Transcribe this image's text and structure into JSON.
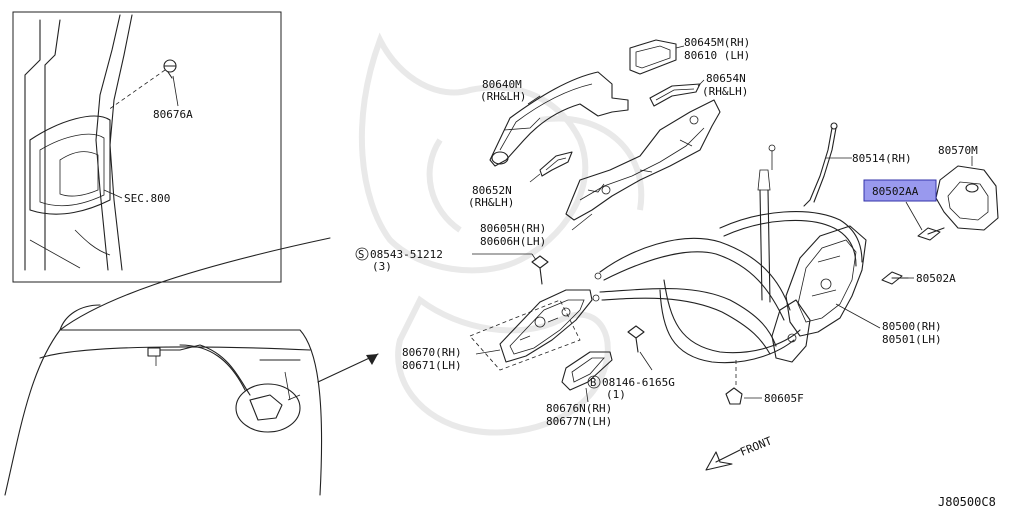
{
  "diagram_code": "J80500C8",
  "inset": {
    "sec_ref": "SEC.800",
    "clip_part": "80676A"
  },
  "callouts": {
    "outside_handle": {
      "part": "80640M",
      "fit": "(RH&LH)"
    },
    "escutcheon": {
      "part_rh": "80645M(RH)",
      "part_lh": "80610 (LH)"
    },
    "gasket_front": {
      "part": "80654N",
      "fit": "(RH&LH)"
    },
    "gasket_rear": {
      "part": "80652N",
      "fit": "(RH&LH)"
    },
    "bracket": {
      "part_rh": "80605H(RH)",
      "part_lh": "80606H(LH)"
    },
    "rod": {
      "part": "80514(RH)"
    },
    "striker": {
      "part": "80570M"
    },
    "screw_striker": {
      "part": "80502AA"
    },
    "screw_lock": {
      "part": "80502A"
    },
    "lock_actuator": {
      "part_rh": "80500(RH)",
      "part_lh": "80501(LH)"
    },
    "screw_handle": {
      "part": "08543-51212",
      "qty": "(3)"
    },
    "inside_handle": {
      "part_rh": "80670(RH)",
      "part_lh": "80671(LH)"
    },
    "bolt": {
      "part": "08146-6165G",
      "qty": "(1)"
    },
    "inside_escutcheon": {
      "part_rh": "80676N(RH)",
      "part_lh": "80677N(LH)"
    },
    "clip": {
      "part": "80605F"
    }
  },
  "front_label": "FRONT",
  "symbols": {
    "screw": "S",
    "bolt": "B"
  },
  "colors": {
    "highlight_fill": "#9999ee",
    "highlight_border": "#3333aa",
    "line": "#222222"
  }
}
